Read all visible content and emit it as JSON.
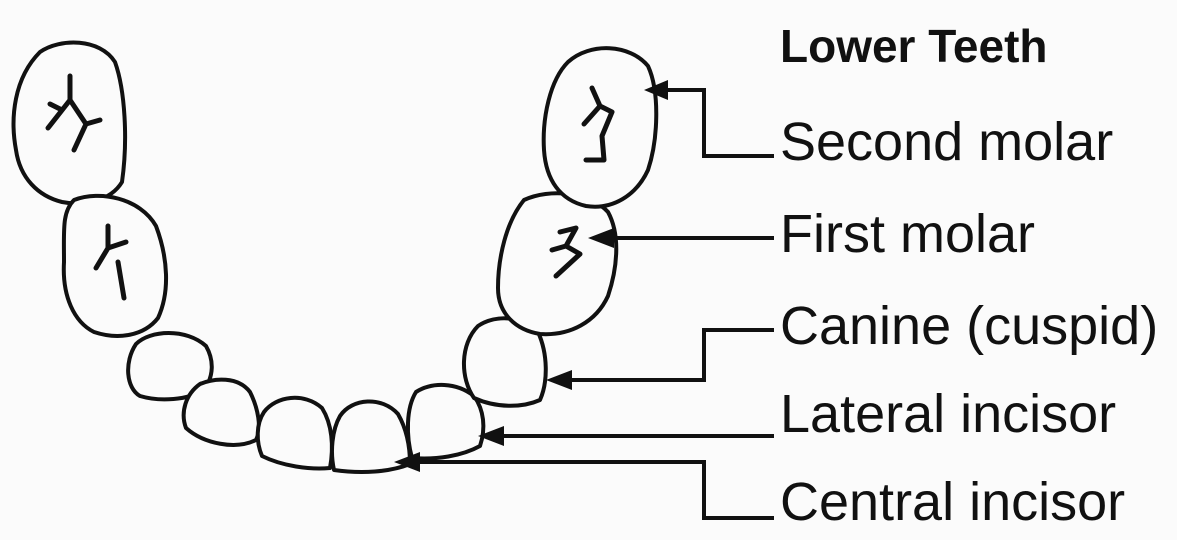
{
  "title": "Lower Teeth",
  "labels": {
    "second_molar": "Second molar",
    "first_molar": "First molar",
    "canine": "Canine (cuspid)",
    "lateral_incisor": "Lateral incisor",
    "central_incisor": "Central incisor"
  },
  "colors": {
    "ink": "#111111",
    "background": "#fbfbfb"
  }
}
